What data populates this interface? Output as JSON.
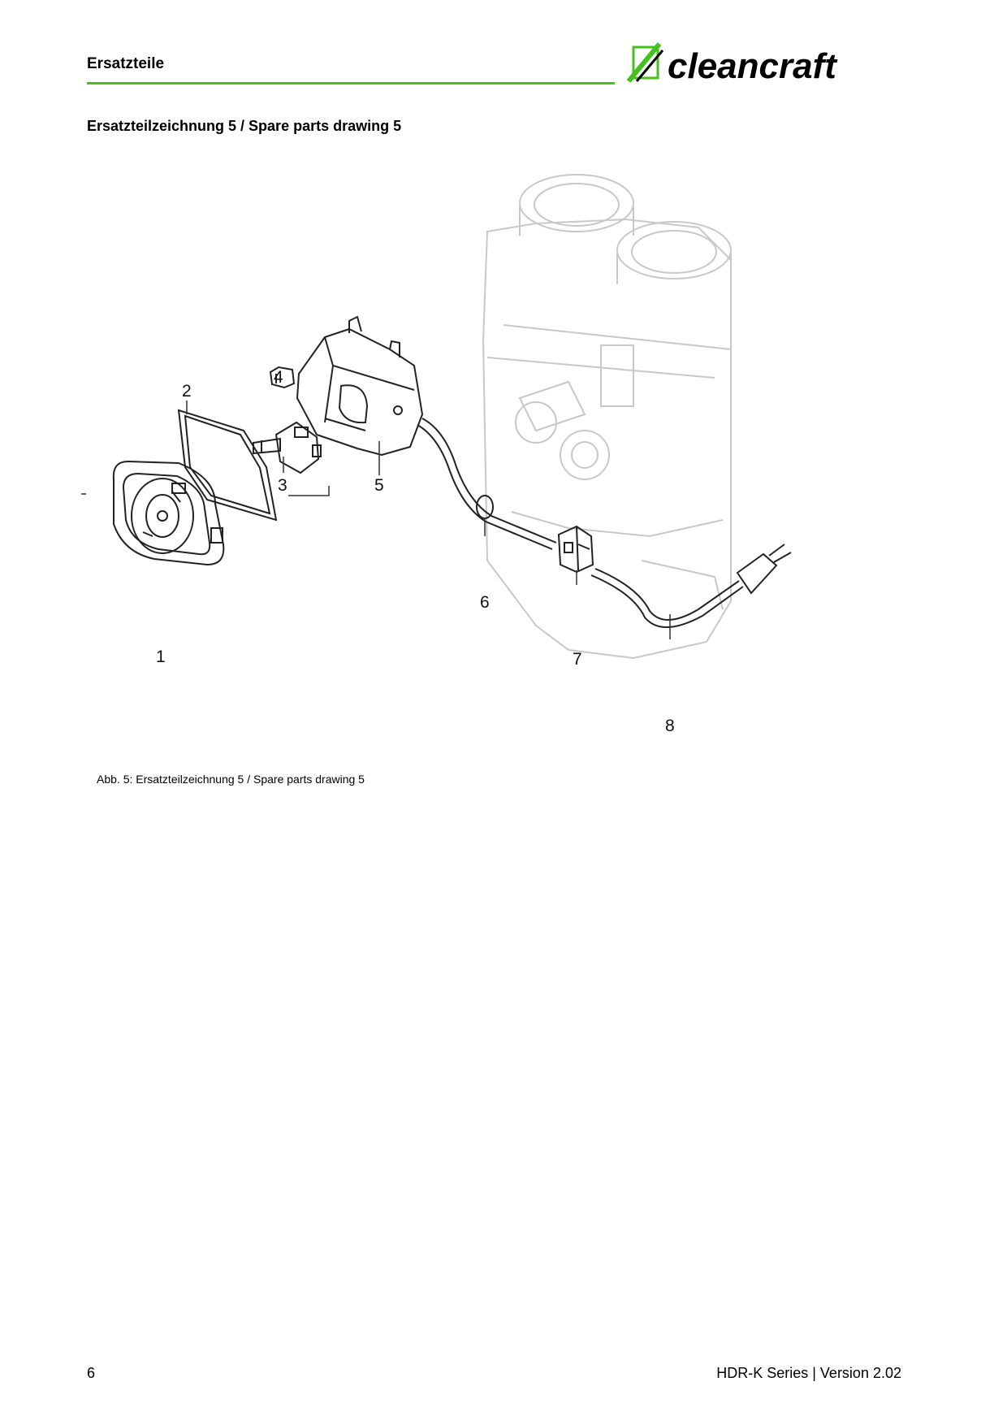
{
  "header": {
    "title": "Ersatzteile",
    "brand": "cleancraft",
    "accent_color": "#44c01f"
  },
  "section": {
    "title": "Ersatzteilzeichnung 5 / Spare parts drawing 5"
  },
  "drawing": {
    "part_labels": [
      "1",
      "2",
      "3",
      "4",
      "5",
      "6",
      "7",
      "8"
    ]
  },
  "figure": {
    "caption": "Abb. 5: Ersatzteilzeichnung 5 / Spare parts drawing 5"
  },
  "footer": {
    "page_number": "6",
    "doc_info": "HDR-K Series | Version 2.02"
  }
}
